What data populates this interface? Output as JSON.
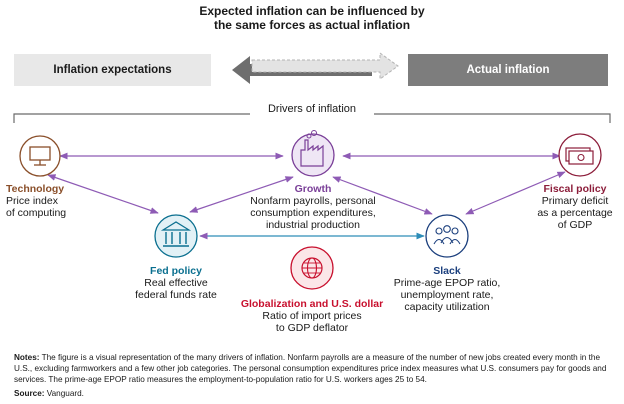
{
  "title": {
    "line1": "Expected inflation can be influenced by",
    "line2": "the same forces as actual inflation"
  },
  "boxes": {
    "left": "Inflation expectations",
    "right": "Actual inflation"
  },
  "drivers_label": "Drivers of inflation",
  "nodes": {
    "technology": {
      "name": "Technology",
      "lines": [
        "Price index",
        "of computing"
      ],
      "color": "#8a4f2a",
      "icon": "computer-monitor-icon"
    },
    "growth": {
      "name": "Growth",
      "lines": [
        "Nonfarm payrolls, personal",
        "consumption expenditures,",
        "industrial production"
      ],
      "color": "#7a3f98",
      "icon": "factory-icon"
    },
    "fiscal": {
      "name": "Fiscal policy",
      "lines": [
        "Primary deficit",
        "as a percentage",
        "of GDP"
      ],
      "color": "#8c1d3a",
      "icon": "money-bills-icon"
    },
    "fed": {
      "name": "Fed policy",
      "lines": [
        "Real effective",
        "federal funds rate"
      ],
      "color": "#0a6f8f",
      "icon": "bank-building-icon"
    },
    "slack": {
      "name": "Slack",
      "lines": [
        "Prime-age EPOP ratio,",
        "unemployment rate,",
        "capacity utilization"
      ],
      "color": "#1b3f7d",
      "icon": "people-group-icon"
    },
    "globalization": {
      "name": "Globalization and U.S. dollar",
      "lines": [
        "Ratio of import prices",
        "to GDP deflator"
      ],
      "color": "#c8102e",
      "icon": "globe-icon"
    }
  },
  "colors": {
    "purple_arrow": "#8e5bb5",
    "blue_arrow": "#2d8db8",
    "bracket": "#6b6b6b"
  },
  "notes": {
    "label": "Notes:",
    "text": "The figure is a visual representation of the many drivers of inflation. Nonfarm payrolls are a measure of the number of new jobs created every month in the U.S., excluding farmworkers and a few other job categories. The personal consumption expenditures price index measures what U.S. consumers pay for goods and services. The prime-age EPOP ratio measures the employment-to-population ratio for U.S. workers ages 25 to 54."
  },
  "source": {
    "label": "Source:",
    "text": "Vanguard."
  }
}
